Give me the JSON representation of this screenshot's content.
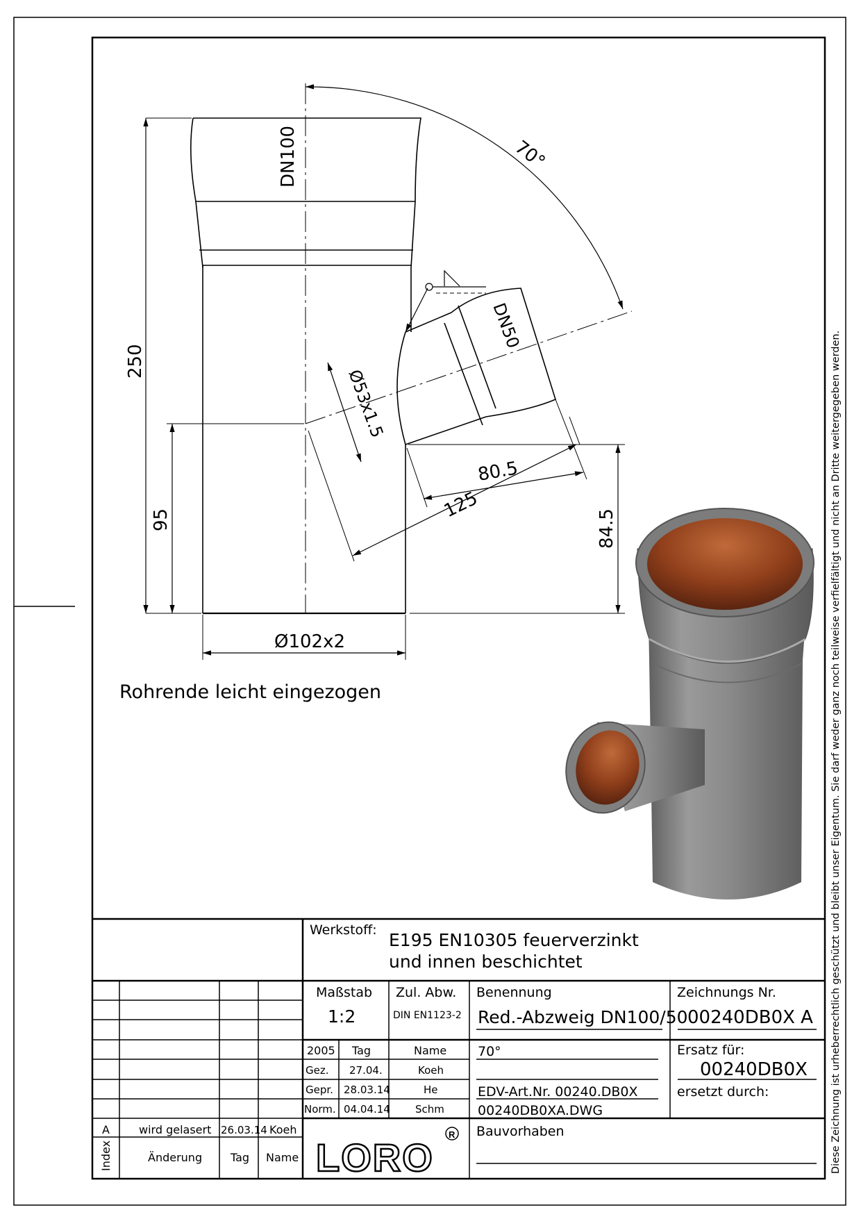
{
  "drawing": {
    "angle_label": "70°",
    "main_dn": "DN100",
    "branch_dn": "DN50",
    "branch_diameter": "Ø53x1.5",
    "dim_total_height": "250",
    "dim_branch_height": "95",
    "dim_right_height": "84.5",
    "dim_bottom_diameter": "Ø102x2",
    "dim_branch_length": "80.5",
    "dim_branch_total": "125",
    "note": "Rohrende leicht eingezogen"
  },
  "title_block": {
    "werkstoff_label": "Werkstoff:",
    "werkstoff_line1": "E195 EN10305 feuerverzinkt",
    "werkstoff_line2": "und innen beschichtet",
    "massstab_label": "Maßstab",
    "massstab_value": "1:2",
    "zul_abw_label": "Zul. Abw.",
    "zul_abw_value": "DIN EN1123-2",
    "benennung_label": "Benennung",
    "benennung_value": "Red.-Abzweig DN100/50",
    "zeichnungs_nr_label": "Zeichnungs Nr.",
    "zeichnungs_nr_value": "00240DB0X A",
    "year": "2005",
    "tag_label": "Tag",
    "name_label": "Name",
    "rows": [
      {
        "label": "Gez.",
        "date": "27.04.",
        "name": "Koeh"
      },
      {
        "label": "Gepr.",
        "date": "28.03.14",
        "name": "He"
      },
      {
        "label": "Norm.",
        "date": "04.04.14",
        "name": "Schm"
      }
    ],
    "info_line1": "70°",
    "info_line3": "EDV-Art.Nr. 00240.DB0X",
    "info_line4": "00240DB0XA.DWG",
    "ersatz_fuer_label": "Ersatz für:",
    "ersatz_fuer_value": "00240DB0X",
    "ersetzt_durch_label": "ersetzt durch:",
    "bauvorhaben_label": "Bauvorhaben",
    "logo_text": "LORO",
    "revision": {
      "index": "A",
      "change": "wird gelasert",
      "date": "26.03.14",
      "name": "Koeh"
    },
    "rev_header": {
      "index": "Index",
      "change": "Änderung",
      "date": "Tag",
      "name": "Name"
    }
  },
  "copyright_note": "Diese Zeichnung ist urheberrechtlich geschützt und bleibt unser Eigentum. Sie darf weder ganz noch teilweise verfielfältigt und nicht an Dritte weitergegeben werden."
}
